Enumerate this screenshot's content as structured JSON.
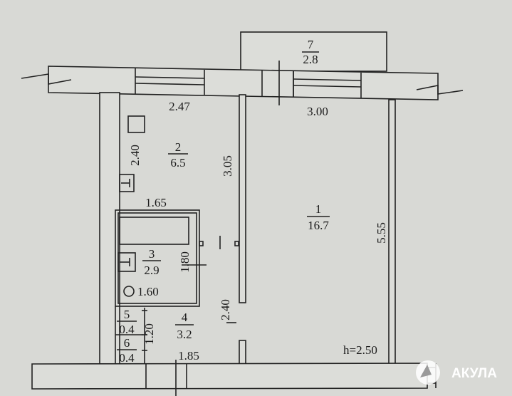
{
  "plan": {
    "rooms": [
      {
        "number": "1",
        "area": "16.7"
      },
      {
        "number": "2",
        "area": "6.5"
      },
      {
        "number": "3",
        "area": "2.9"
      },
      {
        "number": "4",
        "area": "3.2"
      },
      {
        "number": "5",
        "area": "0.4"
      },
      {
        "number": "6",
        "area": "0.4"
      },
      {
        "number": "7",
        "area": "2.8"
      }
    ],
    "dimensions": {
      "d247": "2.47",
      "d300": "3.00",
      "d240a": "2.40",
      "d305": "3.05",
      "d165": "1.65",
      "d555": "5.55",
      "d180": "1.80",
      "d160": "1.60",
      "d240b": "2.40",
      "d120": "1.20",
      "d185": "1.85"
    },
    "ceiling_height": "h=2.50",
    "watermark": "АКУЛА"
  }
}
